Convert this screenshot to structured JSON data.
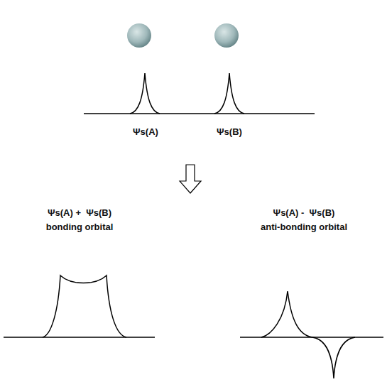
{
  "diagram": {
    "labels": [
      "Ψs(A)",
      "Ψs(B)",
      "Ψs(A) +  Ψs(B)",
      "bonding orbital",
      "Ψs(A) -  Ψs(B)",
      "anti-bonding orbital"
    ]
  }
}
